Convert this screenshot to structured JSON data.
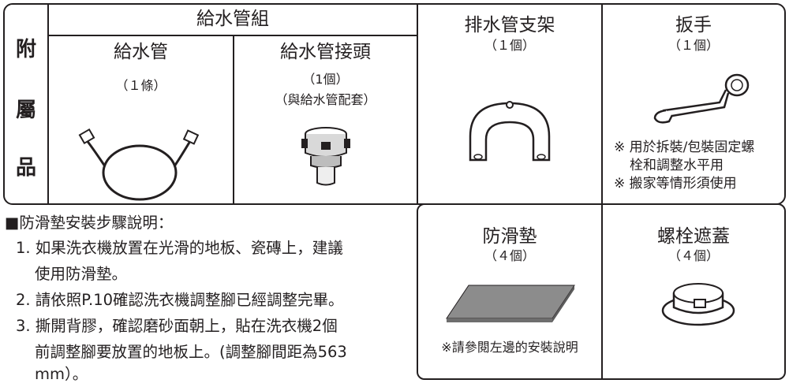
{
  "section_label": [
    "附",
    "屬",
    "品"
  ],
  "water_supply_set": {
    "title": "給水管組",
    "hose": {
      "name": "給水管",
      "qty": "（１條）"
    },
    "connector": {
      "name": "給水管接頭",
      "qty": "（1個）",
      "note": "（與給水管配套）"
    }
  },
  "drain_bracket": {
    "name": "排水管支架",
    "qty": "（１個）"
  },
  "wrench": {
    "name": "扳手",
    "qty": "（１個）",
    "notes": [
      "※ 用於拆裝/包裝固定螺",
      "栓和調整水平用",
      "※ 搬家等情形須使用"
    ]
  },
  "anti_slip_pad": {
    "name": "防滑墊",
    "qty": "（４個）",
    "note": "※請參閱左邊的安裝說明"
  },
  "bolt_cover": {
    "name": "螺栓遮蓋",
    "qty": "（４個）"
  },
  "instructions": {
    "heading": "■防滑墊安裝步驟說明：",
    "lines": [
      "1. 如果洗衣機放置在光滑的地板、瓷磚上，建議",
      "使用防滑墊。",
      "2. 請依照P.10確認洗衣機調整腳已經調整完畢。",
      "3. 撕開背膠，確認磨砂面朝上，貼在洗衣機2個",
      "前調整腳要放置的地板上。(調整腳間距為563",
      "mm）。"
    ]
  }
}
